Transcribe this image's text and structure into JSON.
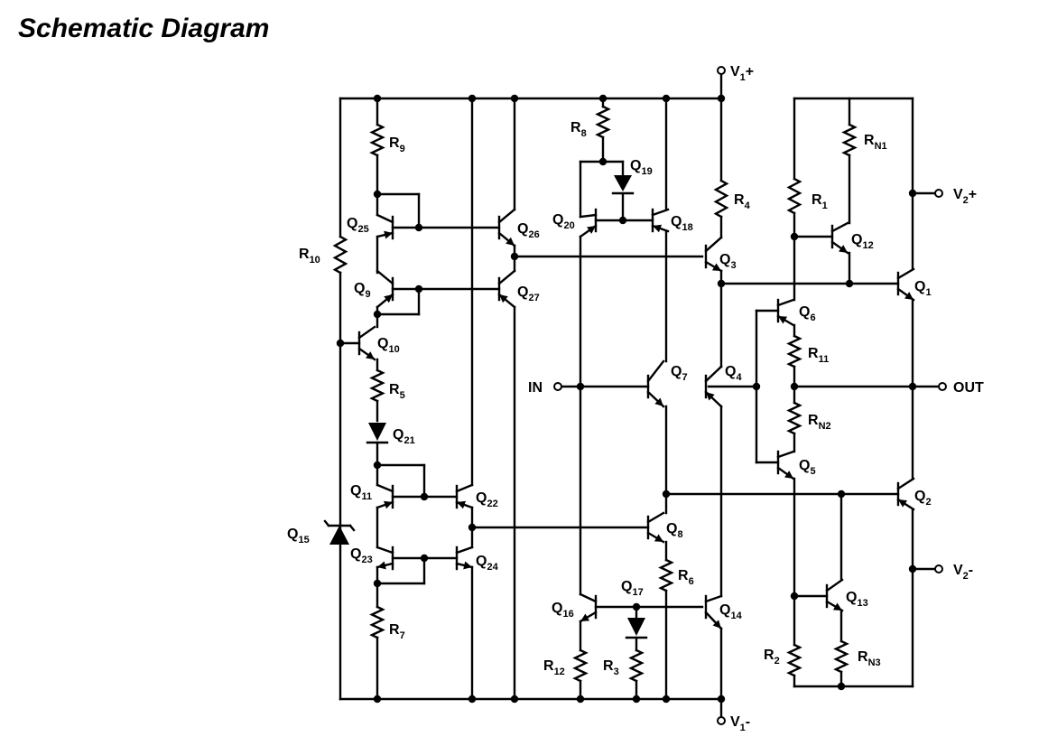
{
  "title": "Schematic Diagram",
  "labels": {
    "R9": [
      "R",
      "9"
    ],
    "R10": [
      "R",
      "10"
    ],
    "R5": [
      "R",
      "5"
    ],
    "R7": [
      "R",
      "7"
    ],
    "R8": [
      "R",
      "8"
    ],
    "R4": [
      "R",
      "4"
    ],
    "R1": [
      "R",
      "1"
    ],
    "RN1": [
      "R",
      "N1"
    ],
    "R11": [
      "R",
      "11"
    ],
    "RN2": [
      "R",
      "N2"
    ],
    "R6": [
      "R",
      "6"
    ],
    "R12": [
      "R",
      "12"
    ],
    "R3": [
      "R",
      "3"
    ],
    "R2": [
      "R",
      "2"
    ],
    "RN3": [
      "R",
      "N3"
    ],
    "Q1": [
      "Q",
      "1"
    ],
    "Q2": [
      "Q",
      "2"
    ],
    "Q3": [
      "Q",
      "3"
    ],
    "Q4": [
      "Q",
      "4"
    ],
    "Q5": [
      "Q",
      "5"
    ],
    "Q6": [
      "Q",
      "6"
    ],
    "Q7": [
      "Q",
      "7"
    ],
    "Q8": [
      "Q",
      "8"
    ],
    "Q9": [
      "Q",
      "9"
    ],
    "Q10": [
      "Q",
      "10"
    ],
    "Q11": [
      "Q",
      "11"
    ],
    "Q12": [
      "Q",
      "12"
    ],
    "Q13": [
      "Q",
      "13"
    ],
    "Q14": [
      "Q",
      "14"
    ],
    "Q15": [
      "Q",
      "15"
    ],
    "Q16": [
      "Q",
      "16"
    ],
    "Q17": [
      "Q",
      "17"
    ],
    "Q18": [
      "Q",
      "18"
    ],
    "Q19": [
      "Q",
      "19"
    ],
    "Q20": [
      "Q",
      "20"
    ],
    "Q21": [
      "Q",
      "21"
    ],
    "Q22": [
      "Q",
      "22"
    ],
    "Q23": [
      "Q",
      "23"
    ],
    "Q24": [
      "Q",
      "24"
    ],
    "Q25": [
      "Q",
      "25"
    ],
    "Q26": [
      "Q",
      "26"
    ],
    "Q27": [
      "Q",
      "27"
    ]
  },
  "terminals": {
    "V1plus": [
      "V",
      "1",
      "+"
    ],
    "V1minus": [
      "V",
      "1",
      "-"
    ],
    "V2plus": [
      "V",
      "2",
      "+"
    ],
    "V2minus": [
      "V",
      "2",
      "-"
    ],
    "IN": [
      "IN",
      "",
      ""
    ],
    "OUT": [
      "OUT",
      "",
      ""
    ]
  }
}
